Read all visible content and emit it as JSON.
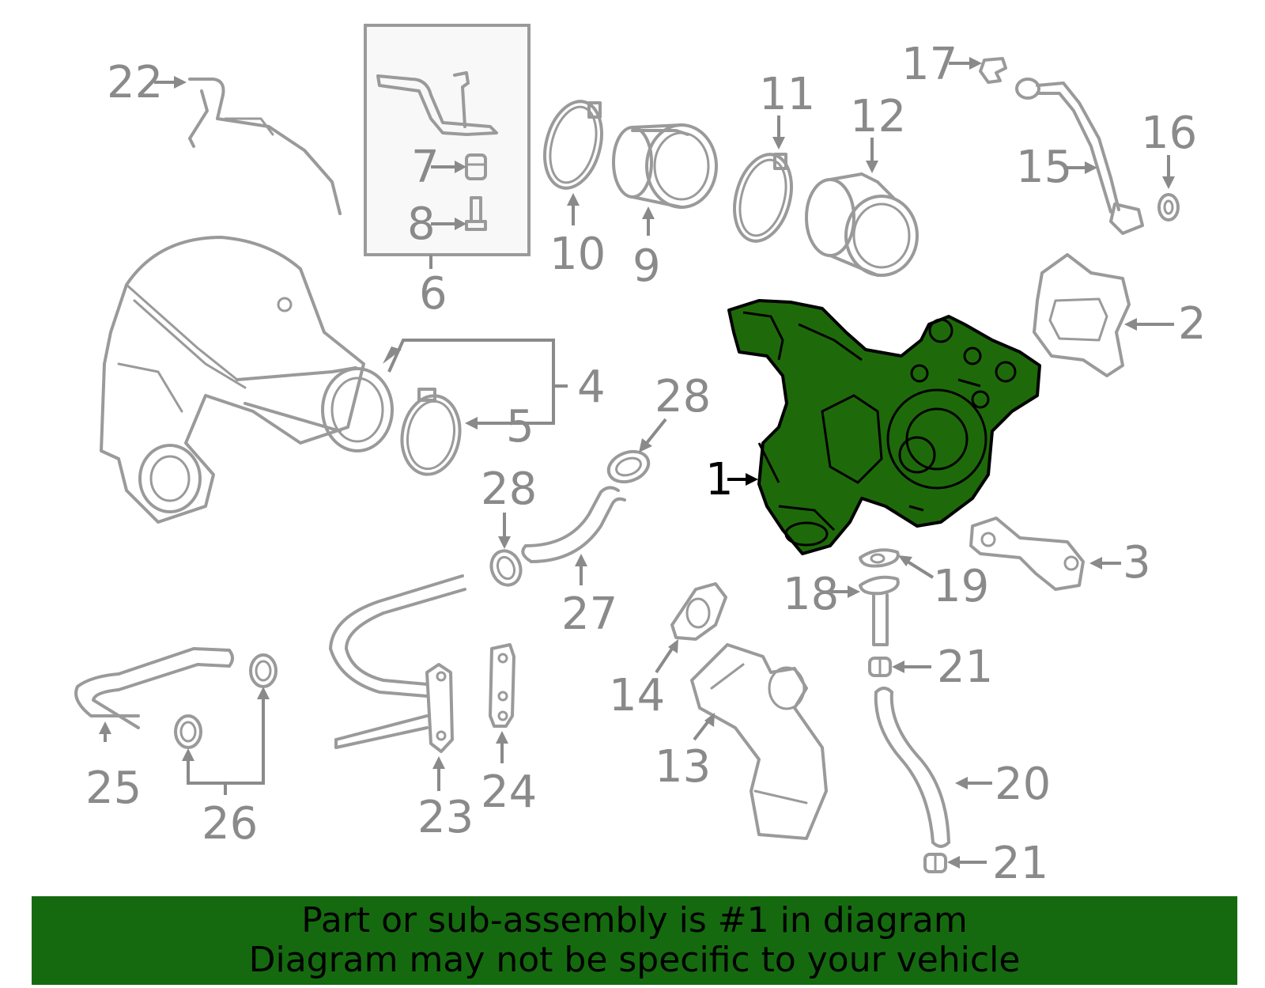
{
  "colors": {
    "highlight_fill": "#1e6a0a",
    "banner_background": "#156a0f",
    "part_outline": "#9a9a9a",
    "callout_text": "#8a8a8a",
    "highlight_text": "#000000"
  },
  "callouts": {
    "c1": "1",
    "c2": "2",
    "c3": "3",
    "c4": "4",
    "c5": "5",
    "c6": "6",
    "c7": "7",
    "c8": "8",
    "c9": "9",
    "c10": "10",
    "c11": "11",
    "c12": "12",
    "c13": "13",
    "c14": "14",
    "c15": "15",
    "c16": "16",
    "c17": "17",
    "c18": "18",
    "c19": "19",
    "c20": "20",
    "c21a": "21",
    "c21b": "21",
    "c22": "22",
    "c23": "23",
    "c24": "24",
    "c25": "25",
    "c26": "26",
    "c27": "27",
    "c28a": "28",
    "c28b": "28"
  },
  "banner": {
    "line1": "Part or sub-assembly is #1 in diagram",
    "line2": "Diagram may not be specific to your vehicle"
  }
}
